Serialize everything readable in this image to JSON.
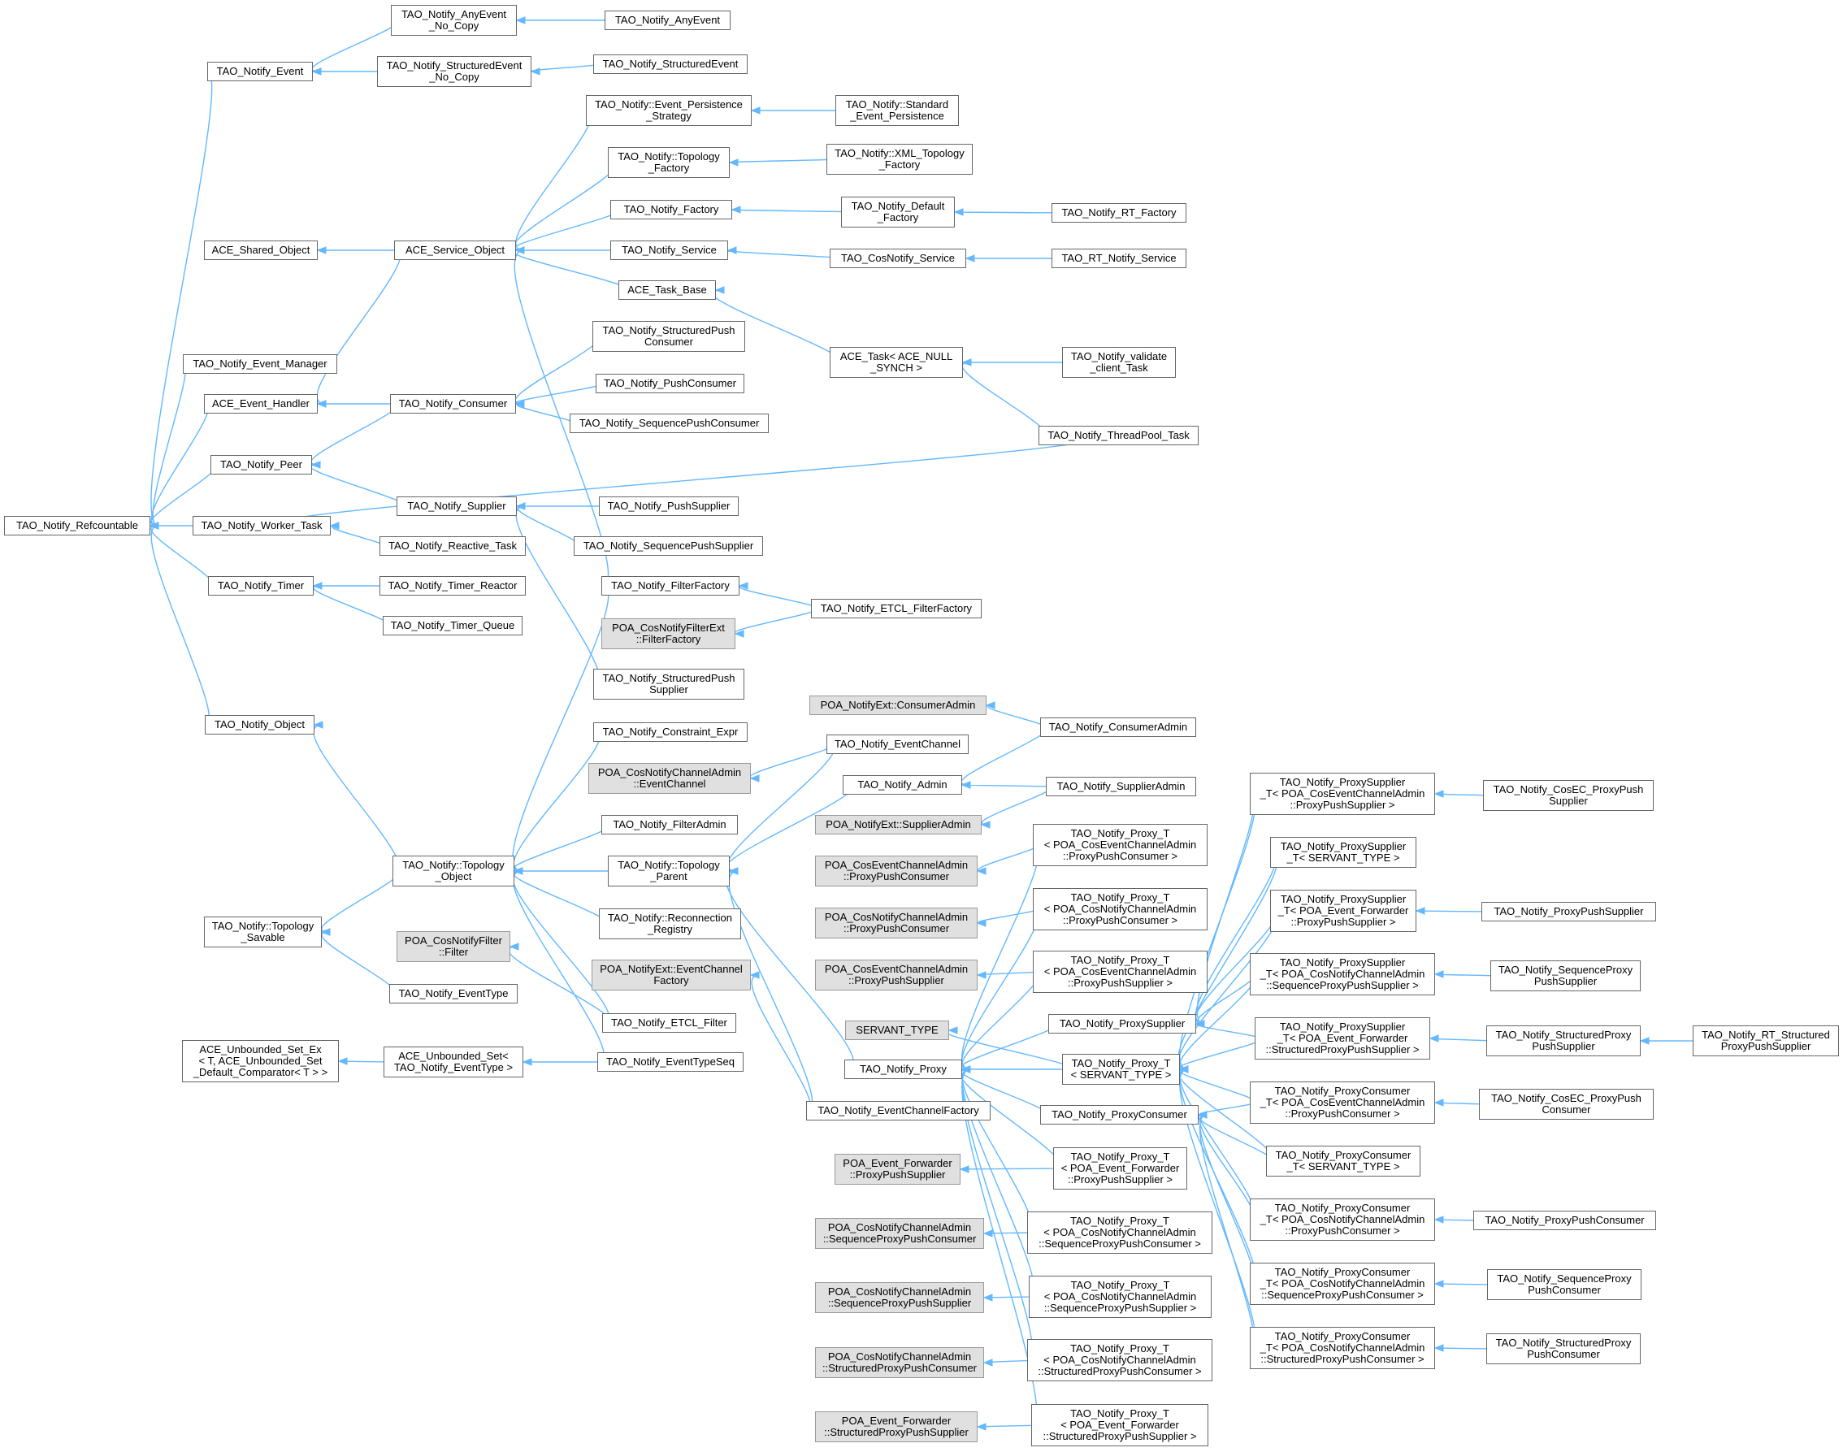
{
  "colors": {
    "edge": "#63b8ff",
    "node_border": "#666666",
    "external_fill": "#e0e0e0",
    "node_fill": "#ffffff"
  },
  "nodes": {
    "refcountable": "TAO_Notify_Refcountable",
    "event": "TAO_Notify_Event",
    "any_event_nc": "TAO_Notify_AnyEvent\n_No_Copy",
    "any_event": "TAO_Notify_AnyEvent",
    "struct_event_nc": "TAO_Notify_StructuredEvent\n_No_Copy",
    "struct_event": "TAO_Notify_StructuredEvent",
    "ev_persist": "TAO_Notify::Event_Persistence\n_Strategy",
    "std_ev_persist": "TAO_Notify::Standard\n_Event_Persistence",
    "topo_factory": "TAO_Notify::Topology\n_Factory",
    "xml_topo_factory": "TAO_Notify::XML_Topology\n_Factory",
    "shared_object": "ACE_Shared_Object",
    "service_object": "ACE_Service_Object",
    "notify_factory": "TAO_Notify_Factory",
    "default_factory": "TAO_Notify_Default\n_Factory",
    "rt_factory": "TAO_Notify_RT_Factory",
    "notify_service": "TAO_Notify_Service",
    "cos_service": "TAO_CosNotify_Service",
    "rt_service": "TAO_RT_Notify_Service",
    "task_base": "ACE_Task_Base",
    "ace_task": "ACE_Task< ACE_NULL\n_SYNCH >",
    "validate_task": "TAO_Notify_validate\n_client_Task",
    "threadpool_task": "TAO_Notify_ThreadPool_Task",
    "event_manager": "TAO_Notify_Event_Manager",
    "event_handler": "ACE_Event_Handler",
    "consumer": "TAO_Notify_Consumer",
    "struct_push_consumer": "TAO_Notify_StructuredPush\nConsumer",
    "push_consumer": "TAO_Notify_PushConsumer",
    "seq_push_consumer": "TAO_Notify_SequencePushConsumer",
    "peer": "TAO_Notify_Peer",
    "worker_task": "TAO_Notify_Worker_Task",
    "supplier": "TAO_Notify_Supplier",
    "push_supplier": "TAO_Notify_PushSupplier",
    "seq_push_supplier": "TAO_Notify_SequencePushSupplier",
    "reactive_task": "TAO_Notify_Reactive_Task",
    "timer": "TAO_Notify_Timer",
    "timer_reactor": "TAO_Notify_Timer_Reactor",
    "timer_queue": "TAO_Notify_Timer_Queue",
    "filter_factory": "TAO_Notify_FilterFactory",
    "etcl_filter_factory": "TAO_Notify_ETCL_FilterFactory",
    "poa_filter_factory": "POA_CosNotifyFilterExt\n::FilterFactory",
    "struct_push_supplier": "TAO_Notify_StructuredPush\nSupplier",
    "object": "TAO_Notify_Object",
    "poa_consumer_admin": "POA_NotifyExt::ConsumerAdmin",
    "consumer_admin": "TAO_Notify_ConsumerAdmin",
    "constraint_expr": "TAO_Notify_Constraint_Expr",
    "event_channel": "TAO_Notify_EventChannel",
    "poa_event_channel": "POA_CosNotifyChannelAdmin\n::EventChannel",
    "admin": "TAO_Notify_Admin",
    "supplier_admin": "TAO_Notify_SupplierAdmin",
    "poa_supplier_admin": "POA_NotifyExt::SupplierAdmin",
    "filter_admin": "TAO_Notify_FilterAdmin",
    "topo_object": "TAO_Notify::Topology\n_Object",
    "topo_parent": "TAO_Notify::Topology\n_Parent",
    "topo_savable": "TAO_Notify::Topology\n_Savable",
    "reconnection_registry": "TAO_Notify::Reconnection\n_Registry",
    "poa_filter": "POA_CosNotifyFilter\n::Filter",
    "event_type": "TAO_Notify_EventType",
    "etcl_filter": "TAO_Notify_ETCL_Filter",
    "poa_ec_factory": "POA_NotifyExt::EventChannel\nFactory",
    "unbounded_set_ex": "ACE_Unbounded_Set_Ex\n< T, ACE_Unbounded_Set\n_Default_Comparator< T > >",
    "unbounded_set": "ACE_Unbounded_Set<\nTAO_Notify_EventType >",
    "event_type_seq": "TAO_Notify_EventTypeSeq",
    "servant_type": "SERVANT_TYPE",
    "proxy": "TAO_Notify_Proxy",
    "ec_factory": "TAO_Notify_EventChannelFactory",
    "poa_cosec_ppc": "POA_CosEventChannelAdmin\n::ProxyPushConsumer",
    "poa_cosnotify_ppc": "POA_CosNotifyChannelAdmin\n::ProxyPushConsumer",
    "poa_cosec_pps": "POA_CosEventChannelAdmin\n::ProxyPushSupplier",
    "poa_evfwd_pps": "POA_Event_Forwarder\n::ProxyPushSupplier",
    "poa_cosnotify_sppc": "POA_CosNotifyChannelAdmin\n::SequenceProxyPushConsumer",
    "poa_cosnotify_spps": "POA_CosNotifyChannelAdmin\n::SequenceProxyPushSupplier",
    "poa_cosnotify_stppc": "POA_CosNotifyChannelAdmin\n::StructuredProxyPushConsumer",
    "poa_evfwd_stpps": "POA_Event_Forwarder\n::StructuredProxyPushSupplier",
    "proxy_t_cosec_ppc": "TAO_Notify_Proxy_T\n< POA_CosEventChannelAdmin\n::ProxyPushConsumer >",
    "proxy_t_cosnotify_ppc": "TAO_Notify_Proxy_T\n< POA_CosNotifyChannelAdmin\n::ProxyPushConsumer >",
    "proxy_t_cosec_pps": "TAO_Notify_Proxy_T\n< POA_CosEventChannelAdmin\n::ProxyPushSupplier >",
    "proxy_t_evfwd_pps": "TAO_Notify_Proxy_T\n< POA_Event_Forwarder\n::ProxyPushSupplier >",
    "proxy_t_cosnotify_sppc": "TAO_Notify_Proxy_T\n< POA_CosNotifyChannelAdmin\n::SequenceProxyPushConsumer >",
    "proxy_t_cosnotify_spps": "TAO_Notify_Proxy_T\n< POA_CosNotifyChannelAdmin\n::SequenceProxyPushSupplier >",
    "proxy_t_cosnotify_stppc": "TAO_Notify_Proxy_T\n< POA_CosNotifyChannelAdmin\n::StructuredProxyPushConsumer >",
    "proxy_t_evfwd_stpps": "TAO_Notify_Proxy_T\n< POA_Event_Forwarder\n::StructuredProxyPushSupplier >",
    "proxy_supplier": "TAO_Notify_ProxySupplier",
    "proxy_t_servant": "TAO_Notify_Proxy_T\n< SERVANT_TYPE >",
    "proxy_consumer": "TAO_Notify_ProxyConsumer",
    "ps_t_cosec_pps": "TAO_Notify_ProxySupplier\n_T< POA_CosEventChannelAdmin\n::ProxyPushSupplier >",
    "ps_t_servant": "TAO_Notify_ProxySupplier\n_T< SERVANT_TYPE >",
    "ps_t_evfwd_pps": "TAO_Notify_ProxySupplier\n_T< POA_Event_Forwarder\n::ProxyPushSupplier >",
    "ps_t_cosnotify_spps": "TAO_Notify_ProxySupplier\n_T< POA_CosNotifyChannelAdmin\n::SequenceProxyPushSupplier >",
    "ps_t_evfwd_stpps": "TAO_Notify_ProxySupplier\n_T< POA_Event_Forwarder\n::StructuredProxyPushSupplier >",
    "pc_t_cosec_ppc": "TAO_Notify_ProxyConsumer\n_T< POA_CosEventChannelAdmin\n::ProxyPushConsumer >",
    "pc_t_servant": "TAO_Notify_ProxyConsumer\n_T< SERVANT_TYPE >",
    "pc_t_cosnotify_ppc": "TAO_Notify_ProxyConsumer\n_T< POA_CosNotifyChannelAdmin\n::ProxyPushConsumer >",
    "pc_t_cosnotify_sppc": "TAO_Notify_ProxyConsumer\n_T< POA_CosNotifyChannelAdmin\n::SequenceProxyPushConsumer >",
    "pc_t_cosnotify_stppc": "TAO_Notify_ProxyConsumer\n_T< POA_CosNotifyChannelAdmin\n::StructuredProxyPushConsumer >",
    "cosec_proxy_push_supplier": "TAO_Notify_CosEC_ProxyPush\nSupplier",
    "proxy_push_supplier": "TAO_Notify_ProxyPushSupplier",
    "seq_proxy_push_supplier": "TAO_Notify_SequenceProxy\nPushSupplier",
    "struct_proxy_push_supplier": "TAO_Notify_StructuredProxy\nPushSupplier",
    "rt_struct_proxy_push_supplier": "TAO_Notify_RT_Structured\nProxyPushSupplier",
    "cosec_proxy_push_consumer": "TAO_Notify_CosEC_ProxyPush\nConsumer",
    "proxy_push_consumer": "TAO_Notify_ProxyPushConsumer",
    "seq_proxy_push_consumer": "TAO_Notify_SequenceProxy\nPushConsumer",
    "struct_proxy_push_consumer": "TAO_Notify_StructuredProxy\nPushConsumer"
  }
}
